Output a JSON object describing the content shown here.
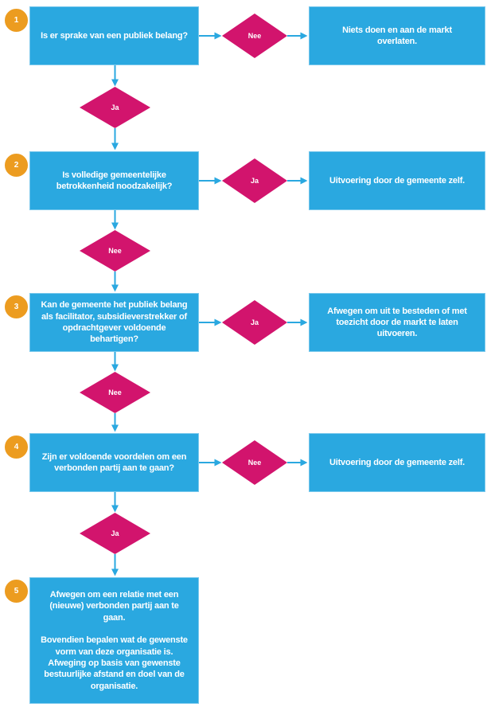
{
  "diagram": {
    "language": "nl",
    "colors": {
      "box_blue": "#2AA8E0",
      "box_border": "#79C8EC",
      "diamond_magenta": "#D2146D",
      "circle_orange": "#EC9C20",
      "arrow_blue": "#2AA8E0",
      "text": "#FFFFFF"
    },
    "steps": [
      {
        "number": "1",
        "question": "Is er sprake van een publiek belang?",
        "branch_label": "Nee",
        "outcome": "Niets doen en aan de markt\noverlaten.",
        "continue_label": "Ja"
      },
      {
        "number": "2",
        "question": "Is volledige gemeentelijke\nbetrokkenheid noodzakelijk?",
        "branch_label": "Ja",
        "outcome": "Uitvoering door de gemeente zelf.",
        "continue_label": "Nee"
      },
      {
        "number": "3",
        "question": "Kan de gemeente het publiek belang\nals facilitator, subsidieverstrekker of\nopdrachtgever voldoende\nbehartigen?",
        "branch_label": "Ja",
        "outcome": "Afwegen om uit te besteden of met\ntoezicht door de markt te laten\nuitvoeren.",
        "continue_label": "Nee"
      },
      {
        "number": "4",
        "question": "Zijn er voldoende voordelen om een\nverbonden partij aan te gaan?",
        "branch_label": "Nee",
        "outcome": "Uitvoering door de gemeente zelf.",
        "continue_label": "Ja"
      },
      {
        "number": "5",
        "final": "Afwegen om een relatie met een\n(nieuwe) verbonden partij aan te\ngaan.\n\nBovendien bepalen wat de gewenste\nvorm van deze organisatie is.\nAfweging op basis van gewenste\nbestuurlijke afstand en doel van de\norganisatie."
      }
    ]
  }
}
